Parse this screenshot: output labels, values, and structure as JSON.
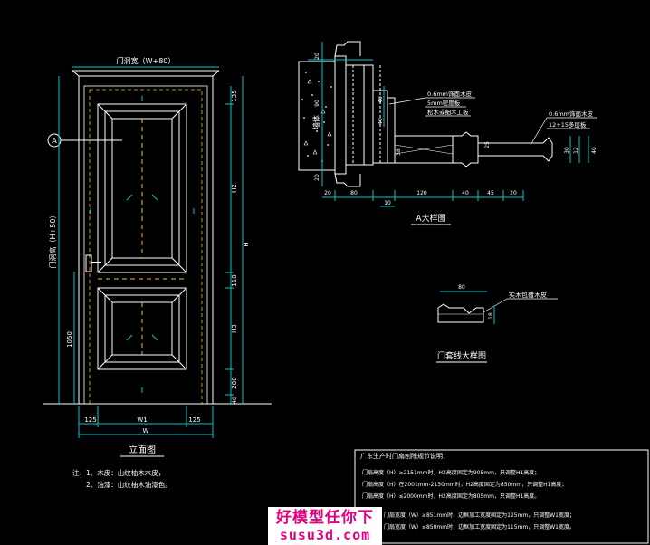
{
  "drawing": {
    "elevation": {
      "title": "立面图",
      "door_width_label": "门洞宽（W+80）",
      "door_height_label": "门洞高（H+50）",
      "callout_letter": "A",
      "bottom_dims": [
        "125",
        "W1",
        "125"
      ],
      "bottom_total": "W",
      "right_dims": [
        "135",
        "H2",
        "110",
        "H3",
        "280",
        "40"
      ],
      "right_total": "H",
      "left_dim": "1050",
      "notes": [
        "注：1、木皮：山纹柚木木皮，",
        "2、油漆：山纹柚木油漆色。"
      ]
    },
    "detail_a": {
      "title": "A大样图",
      "wall_label": "墙体",
      "labels": [
        "0.6mm饰面木皮",
        "5mm密度板",
        "松木或细木工板",
        "0.6mm饰面木皮",
        "12+15多层板"
      ],
      "dims_top": [
        "20",
        "90",
        "20"
      ],
      "dims_side": [
        "40",
        "40",
        "38",
        "25"
      ],
      "dims_bottom": [
        "20",
        "80",
        "120",
        "40",
        "45",
        "20"
      ],
      "dims_right": [
        "30",
        "12",
        "40"
      ],
      "dims_bottom2": [
        "10"
      ]
    },
    "frame_detail": {
      "title": "门套线大样图",
      "dim_top": "80",
      "label": "实木包覆木皮",
      "dim_side": "18"
    },
    "spec_box": {
      "title": "广东生产时门扇刨除规节说明：",
      "lines": [
        "门扇高度（H）≥2151mm时，H2高度固定为905mm，只调整H1高度；",
        "门扇高度（H）在2001mm-2150mm时，H2高度固定为850mm，只调整H1高度；",
        "门扇高度（H）≤2000mm时，H2高度固定为805mm，只调整H1高度。",
        "门扇宽度（W）≥851mm时，边框加工宽度固定为125mm，只调整W1宽度；",
        "门扇宽度（W）≤850mm时，边框加工宽度固定为115mm，只调整W1宽度。"
      ]
    }
  },
  "watermark": {
    "line1": "好模型任你下",
    "line2": "susu3d.com"
  },
  "colors": {
    "line": "#ffffff",
    "dim": "#00c8c8",
    "hidden": "#e8c032",
    "accent": "#ffe000",
    "wall": "#6a6a6a"
  }
}
